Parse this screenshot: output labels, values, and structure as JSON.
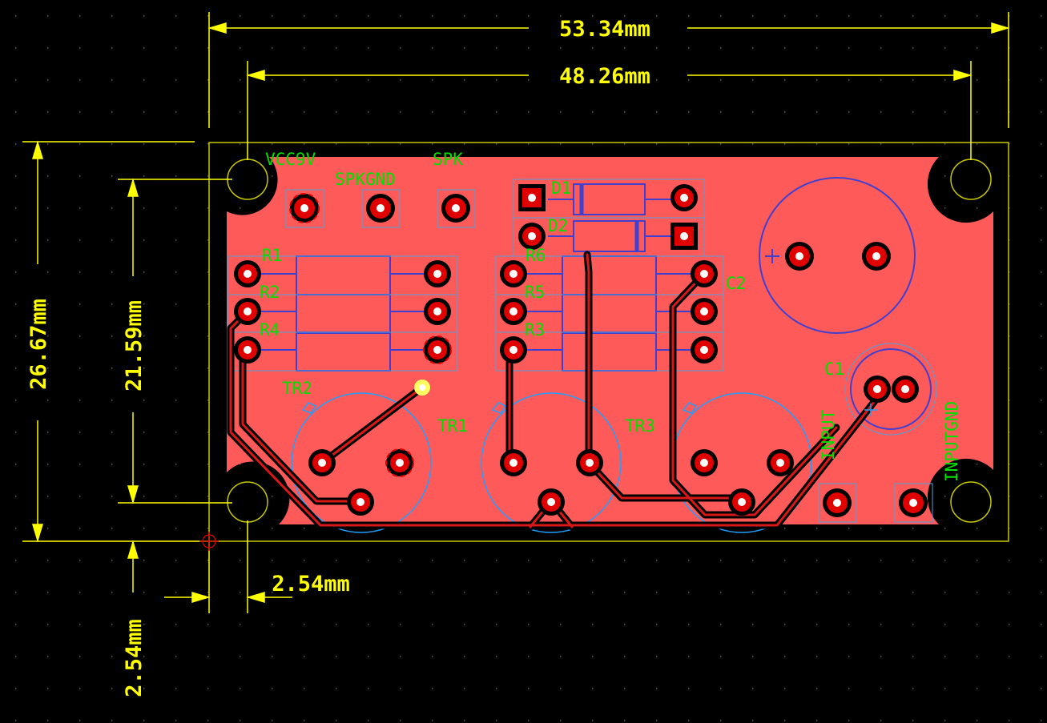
{
  "colors": {
    "background": "#000000",
    "copper": "#ff5a5a",
    "dimension": "#ffff00",
    "silkscreen": "#00e000",
    "outline": "#4040d0",
    "highlight": "#1fa0ff"
  },
  "dimensions": {
    "overall_width": "53.34mm",
    "hole_spacing_x": "48.26mm",
    "overall_height": "26.67mm",
    "hole_spacing_y": "21.59mm",
    "offset_x": "2.54mm",
    "offset_y": "2.54mm"
  },
  "labels": {
    "vcc9v": "VCC9V",
    "spkgnd": "SPKGND",
    "spk": "SPK",
    "d1": "D1",
    "d2": "D2",
    "r1": "R1",
    "r2": "R2",
    "r4": "R4",
    "r6": "R6",
    "r5": "R5",
    "r3": "R3",
    "c2": "C2",
    "c1": "C1",
    "tr1": "TR1",
    "tr2": "TR2",
    "tr3": "TR3",
    "input": "INPUT",
    "inputgnd": "INPUTGND"
  }
}
